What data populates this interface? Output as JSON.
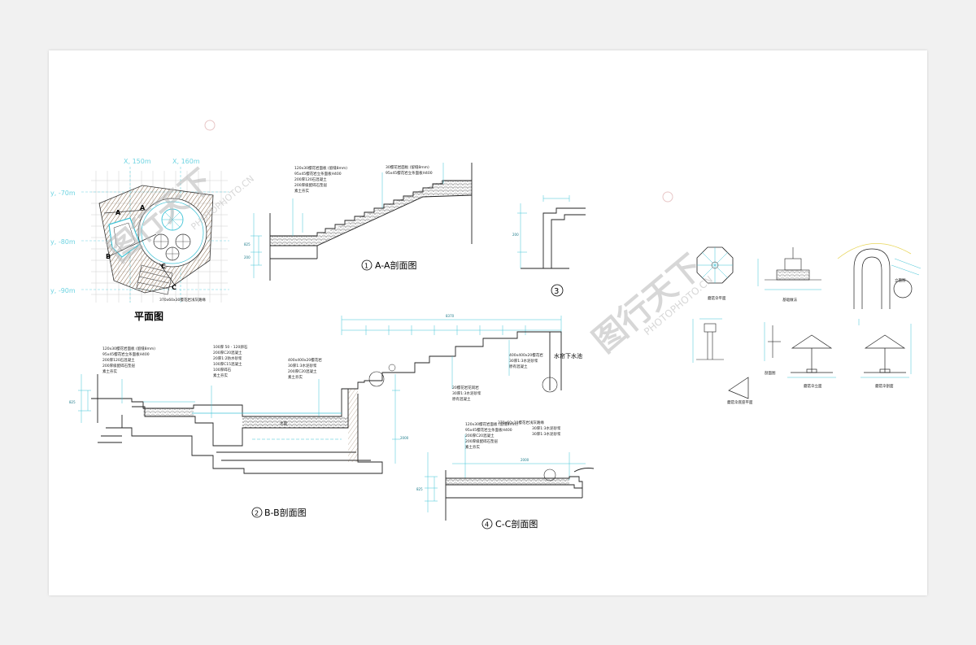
{
  "titles": {
    "plan": "平面图",
    "aa": "A-A剖面图",
    "bb": "B-B剖面图",
    "cc": "C-C剖面图",
    "s3": "3"
  },
  "markers": {
    "m1": "1",
    "m2": "2",
    "m4": "4"
  },
  "plan": {
    "coord_x1": "X, 150m",
    "coord_x2": "X, 160m",
    "coord_y1": "y, -70m",
    "coord_y2": "y, -80m",
    "coord_y3": "y, -90m",
    "sec_a": "A",
    "sec_a2": "A",
    "sec_b": "B",
    "sec_c": "C",
    "sec_c2": "C",
    "note": "370x60x30樱花岩浅灰路缘"
  },
  "notes": {
    "aa_left": [
      "120x30樱花岩面板 (留缝8mm)",
      "95x45樱花岩立条面板H400",
      "200厚120石混凝土",
      "200厚级配碎石垫层",
      "素土夯实"
    ],
    "aa_right": [
      "30樱花岩面板 (留缝8mm)",
      "95x45樱花岩立条面板H400"
    ],
    "bb_left": [
      "120x30樱花岩面板 (留缝8mm)",
      "95x45樱花岩立条面板H400",
      "200厚120石混凝土",
      "200厚级配碎石垫层",
      "素土夯实"
    ],
    "bb_mid": [
      "100厚 50 - 120卵石",
      "200厚C20混凝土",
      "20厚1:2防水砂浆",
      "100厚C15混凝土",
      "100厚碎石",
      "素土夯实"
    ],
    "bb_wall": [
      "400x400x20樱花岩",
      "30厚1:3水泥砂浆",
      "200厚C20混凝土",
      "素土夯实"
    ],
    "bb_right": [
      "20樱花岩花岗岩",
      "30厚1:3水泥砂浆",
      "原有混凝土"
    ],
    "bb_right2": [
      "400x400x20樱花岩",
      "30厚1:3水泥砂浆",
      "原有混凝土"
    ],
    "bb_water": "水面",
    "bb_tank": "水帘下水池",
    "cc_top": "370x60x30樱花岩浅灰路缘",
    "cc_notes": [
      "120x30樱花岩面板 (留缝8mm)",
      "95x45樱花岩立条面板H400",
      "200厚C20混凝土",
      "200厚级配碎石垫层",
      "素土夯实"
    ],
    "cc_right": [
      "30厚1:3水泥砂浆",
      "30厚1:3水泥砂浆"
    ]
  },
  "details": {
    "d1": "蘑菇伞平面",
    "d2": "基础做法",
    "d3": "立面图",
    "d4": "剖面图",
    "d5": "蘑菇伞立面",
    "d6": "蘑菇伞剖面",
    "d7": "蘑菇伞底座平面"
  },
  "watermark": {
    "logo": "图行天下",
    "url": "PHOTOPHOTO.CN"
  }
}
